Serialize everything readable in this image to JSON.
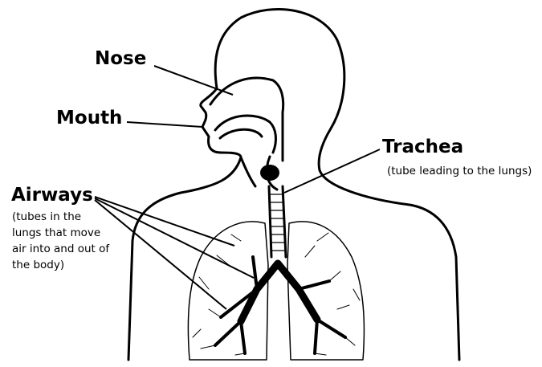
{
  "labels": {
    "nose": "Nose",
    "mouth": "Mouth",
    "trachea": "Trachea",
    "trachea_note": "(tube leading to the lungs)",
    "airways": "Airways",
    "airways_note": "(tubes in the lungs that move air into and out of the body)"
  },
  "colors": {
    "line": "#000000",
    "background": "#ffffff"
  }
}
